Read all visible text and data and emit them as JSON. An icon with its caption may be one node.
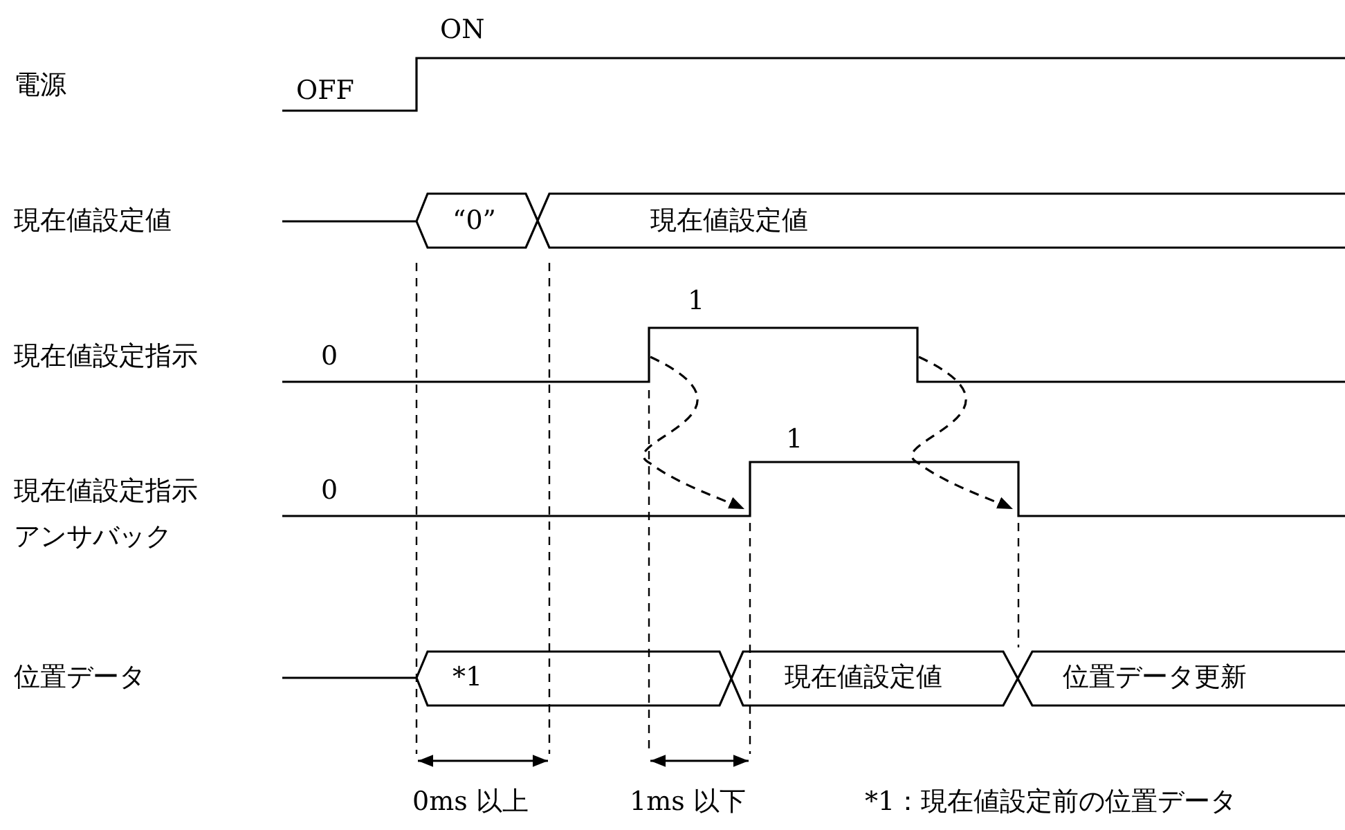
{
  "diagram": {
    "labels": [
      "ON",
      "電源",
      "OFF",
      "現在値設定値",
      "“0”",
      "現在値設定値",
      "1",
      "現在値設定指示",
      "0",
      "1",
      "現在値設定指示アンサバック",
      "0",
      "位置データ",
      "*1",
      "現在値設定値",
      "位置データ更新",
      "0ms 以上",
      "1ms 以下",
      "*1：現在値設定前の位置データ"
    ]
  }
}
